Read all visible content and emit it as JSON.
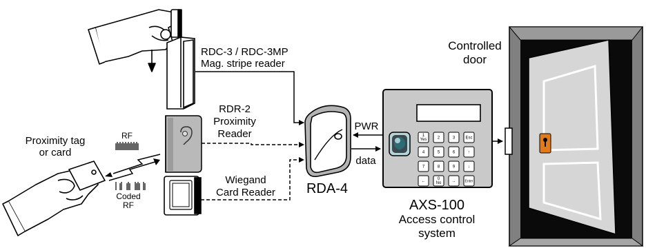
{
  "labels": {
    "mag_reader_line1": "RDC-3 / RDC-3MP",
    "mag_reader_line2": "Mag. stripe reader",
    "prox_reader_line1": "RDR-2",
    "prox_reader_line2": "Proximity",
    "prox_reader_line3": "Reader",
    "wiegand_line1": "Wiegand",
    "wiegand_line2": "Card Reader",
    "prox_tag_line1": "Proximity tag",
    "prox_tag_line2": "or card",
    "rf": "RF",
    "coded_line1": "Coded",
    "coded_line2": "RF",
    "rda": "RDA-4",
    "pwr": "PWR",
    "data": "data",
    "axs_line1": "AXS-100",
    "axs_line2": "Access control",
    "axs_line3": "system",
    "door_line1": "Controlled",
    "door_line2": "door"
  },
  "keypad": {
    "row1": [
      "1\nYes",
      "2",
      "3",
      "Esc"
    ],
    "row2": [
      "4",
      "5",
      "6",
      "↑"
    ],
    "row3": [
      "7",
      "8",
      "9",
      "↓"
    ],
    "row4": [
      "←",
      "0\nNo",
      "→",
      "Enter"
    ]
  },
  "colors": {
    "ink": "#000000",
    "panel": "#c9c9c9",
    "door": "#d6d6d6",
    "frame": "#808080",
    "doorway": "#0a0a0a",
    "lock": "#e07a1a"
  }
}
